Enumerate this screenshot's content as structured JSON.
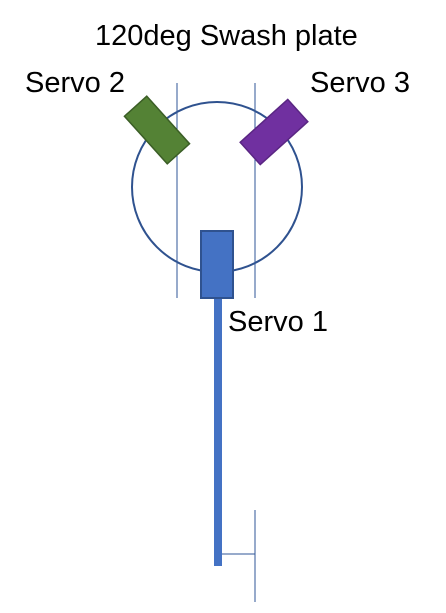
{
  "title": "120deg Swash plate",
  "servos": [
    {
      "label": "Servo 1",
      "color": "#4472c4",
      "border": "#2f528f"
    },
    {
      "label": "Servo 2",
      "color": "#548235",
      "border": "#3b5e26"
    },
    {
      "label": "Servo 3",
      "color": "#7030a0",
      "border": "#5a2683"
    }
  ],
  "colors": {
    "circle": "#2f528f",
    "guide_lines": "#2f5597",
    "rod": "#4472c4",
    "background": "#ffffff",
    "text": "#000000"
  }
}
